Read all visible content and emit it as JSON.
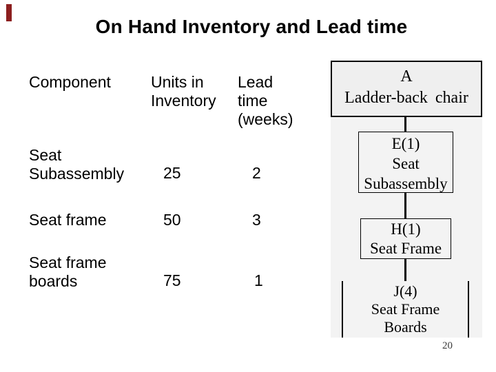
{
  "slide": {
    "title": "On Hand Inventory and Lead time",
    "page_number": "20",
    "accent_bar_color": "#8c1f1f",
    "background_color": "#ffffff"
  },
  "inventory_table": {
    "column_headers": [
      {
        "key": "component",
        "label": "Component"
      },
      {
        "key": "units",
        "label": "Units in\nInventory"
      },
      {
        "key": "lead",
        "label": "Lead\ntime\n(weeks)"
      }
    ],
    "rows": [
      {
        "component": "Seat\nSubassembly",
        "units": "25",
        "lead_weeks": "2"
      },
      {
        "component": "Seat frame",
        "units": "50",
        "lead_weeks": "3"
      },
      {
        "component": "Seat frame\nboards",
        "units": "75",
        "lead_weeks": "1"
      }
    ]
  },
  "diagram": {
    "background_color": "#f3f3f3",
    "nodes": [
      {
        "item_code": "A",
        "name": "Ladder-back chair"
      },
      {
        "item_code": "E(1)",
        "name": "Seat\nSubassembly",
        "parent": "A"
      },
      {
        "item_code": "H(1)",
        "name": "Seat Frame",
        "parent": "E(1)"
      },
      {
        "item_code": "J(4)",
        "name": "Seat Frame\nBoards",
        "parent": "H(1)"
      }
    ]
  }
}
